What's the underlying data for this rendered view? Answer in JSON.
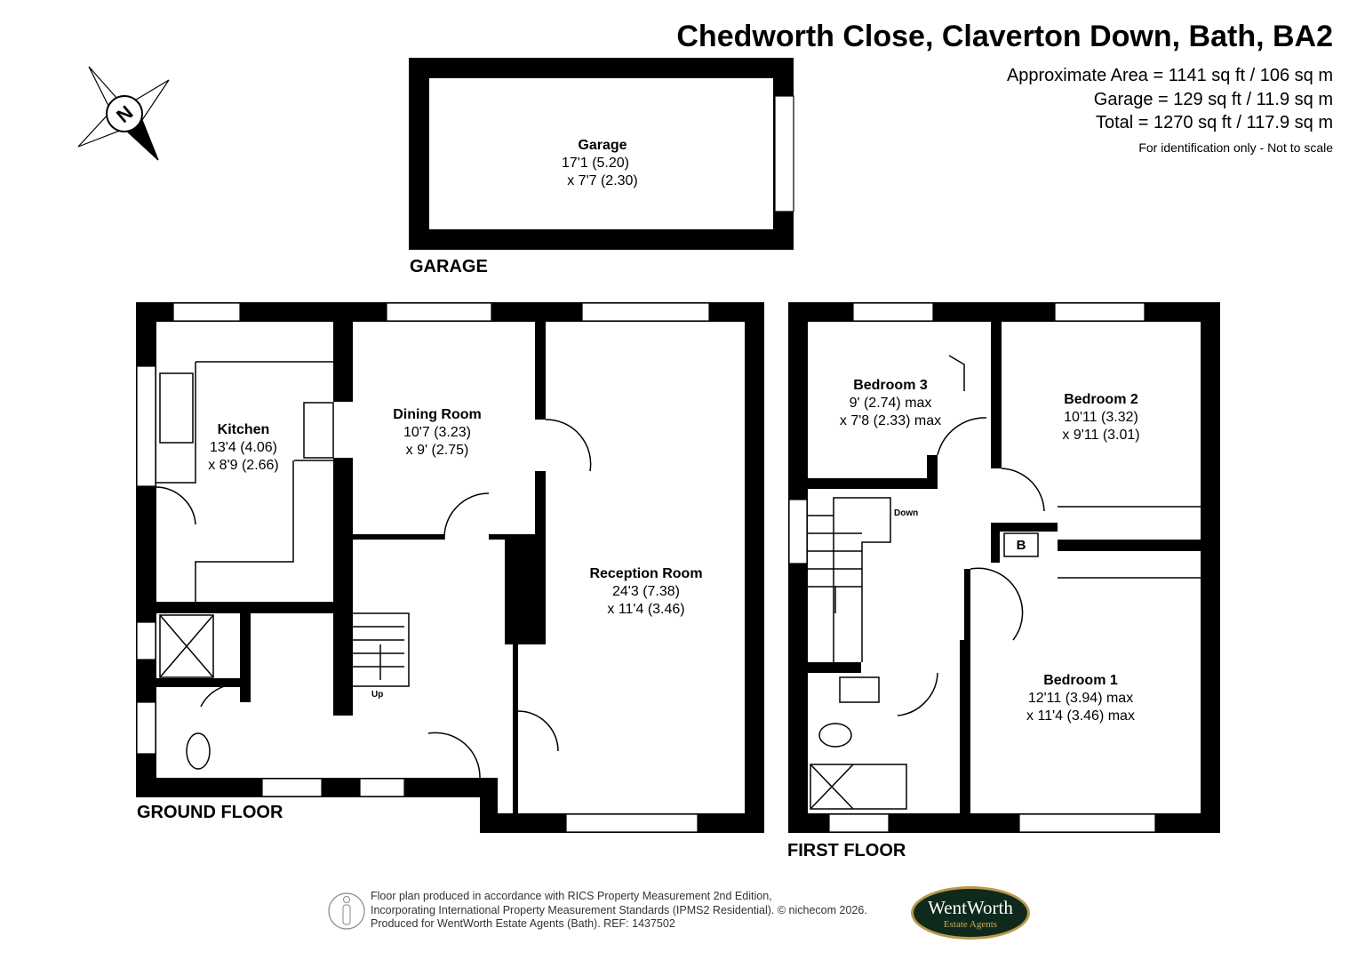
{
  "header": {
    "title": "Chedworth Close, Claverton Down, Bath, BA2",
    "areas": [
      "Approximate Area = 1141 sq ft / 106 sq m",
      "Garage = 129 sq ft / 11.9 sq m",
      "Total = 1270 sq ft / 117.9 sq m"
    ],
    "note": "For identification only - Not to scale"
  },
  "compass": {
    "label": "N",
    "icon": "north-compass-icon"
  },
  "floors": {
    "garage": "GARAGE",
    "ground": "GROUND FLOOR",
    "first": "FIRST FLOOR"
  },
  "rooms": {
    "garage": {
      "name": "Garage",
      "dims": [
        "17'1 (5.20)",
        "x 7'7 (2.30)"
      ]
    },
    "kitchen": {
      "name": "Kitchen",
      "dims": [
        "13'4 (4.06)",
        "x 8'9 (2.66)"
      ]
    },
    "dining": {
      "name": "Dining Room",
      "dims": [
        "10'7 (3.23)",
        "x 9' (2.75)"
      ]
    },
    "reception": {
      "name": "Reception Room",
      "dims": [
        "24'3 (7.38)",
        "x 11'4 (3.46)"
      ]
    },
    "bedroom3": {
      "name": "Bedroom 3",
      "dims": [
        "9' (2.74) max",
        "x 7'8 (2.33) max"
      ]
    },
    "bedroom2": {
      "name": "Bedroom 2",
      "dims": [
        "10'11 (3.32)",
        "x 9'11 (3.01)"
      ]
    },
    "bedroom1": {
      "name": "Bedroom 1",
      "dims": [
        "12'11 (3.94) max",
        "x 11'4 (3.46) max"
      ]
    }
  },
  "labels": {
    "up": "Up",
    "down": "Down",
    "boiler": "B"
  },
  "footer": {
    "lines": [
      "Floor plan produced in accordance with RICS Property Measurement 2nd Edition,",
      "Incorporating International Property Measurement Standards (IPMS2 Residential).   © nichecom 2026.",
      "Produced for WentWorth Estate Agents (Bath).   REF:  1437502"
    ],
    "logo": {
      "name": "WentWorth",
      "sub": "Estate Agents"
    }
  }
}
